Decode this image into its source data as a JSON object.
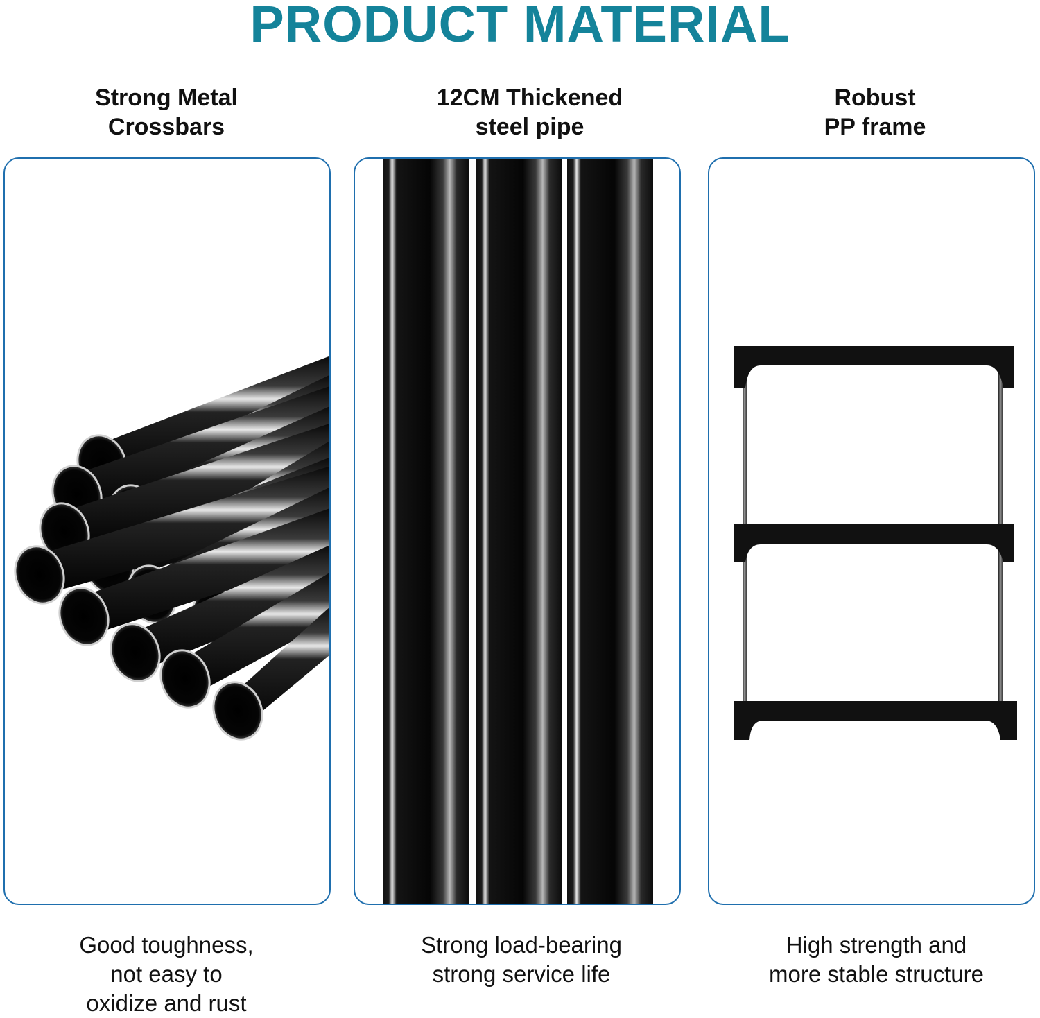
{
  "title": "PRODUCT MATERIAL",
  "columns": [
    {
      "heading": [
        "Strong Metal",
        "Crossbars"
      ],
      "caption": [
        "Good toughness,",
        "not easy to",
        "oxidize and rust"
      ],
      "image_icon": "bundled-black-tubes"
    },
    {
      "heading": [
        "12CM Thickened",
        "steel pipe"
      ],
      "caption": [
        "Strong load-bearing",
        "strong service life"
      ],
      "image_icon": "vertical-steel-pipes"
    },
    {
      "heading": [
        "Robust",
        "PP frame"
      ],
      "caption": [
        "High strength and",
        "more stable structure"
      ],
      "image_icon": "two-tier-pp-frame"
    }
  ],
  "colors": {
    "title": "#14839a",
    "card_border": "#1f6fae",
    "material": "#0a0a0a"
  }
}
